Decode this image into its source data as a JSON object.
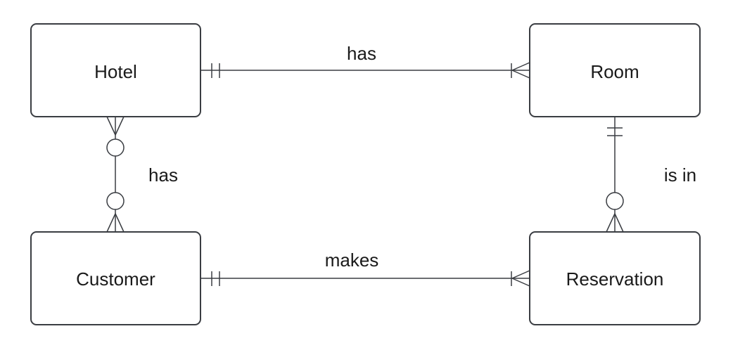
{
  "diagram": {
    "entities": [
      {
        "id": "hotel",
        "label": "Hotel"
      },
      {
        "id": "room",
        "label": "Room"
      },
      {
        "id": "customer",
        "label": "Customer"
      },
      {
        "id": "reservation",
        "label": "Reservation"
      }
    ],
    "relationships": [
      {
        "id": "hotel-room",
        "label": "has",
        "from": "hotel",
        "to": "room",
        "from_cardinality": "exactly-one",
        "to_cardinality": "one-or-many"
      },
      {
        "id": "hotel-customer",
        "label": "has",
        "from": "hotel",
        "to": "customer",
        "from_cardinality": "zero-or-many",
        "to_cardinality": "zero-or-many"
      },
      {
        "id": "room-reservation",
        "label": "is in",
        "from": "room",
        "to": "reservation",
        "from_cardinality": "exactly-one",
        "to_cardinality": "zero-or-many"
      },
      {
        "id": "customer-reservation",
        "label": "makes",
        "from": "customer",
        "to": "reservation",
        "from_cardinality": "exactly-one",
        "to_cardinality": "one-or-many"
      }
    ]
  }
}
